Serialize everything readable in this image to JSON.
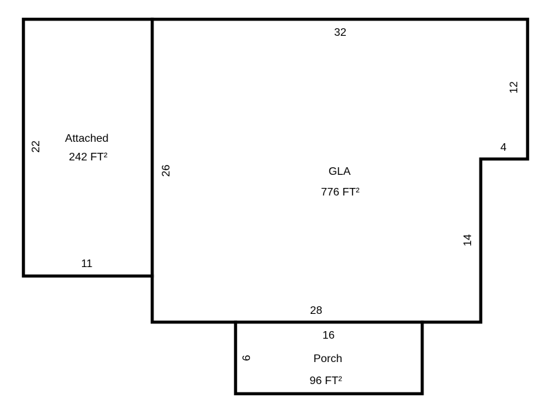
{
  "rooms": [
    {
      "id": "attached",
      "name": "Attached",
      "area": "242 FT²"
    },
    {
      "id": "gla",
      "name": "GLA",
      "area": "776 FT²"
    },
    {
      "id": "porch",
      "name": "Porch",
      "area": "96 FT²"
    }
  ],
  "dimensions": {
    "gla_top": "32",
    "gla_right_upper": "12",
    "gla_notch": "4",
    "gla_right_lower": "14",
    "gla_bottom": "28",
    "gla_left": "26",
    "attached_left": "22",
    "attached_bottom": "11",
    "porch_top": "16",
    "porch_left": "6"
  }
}
